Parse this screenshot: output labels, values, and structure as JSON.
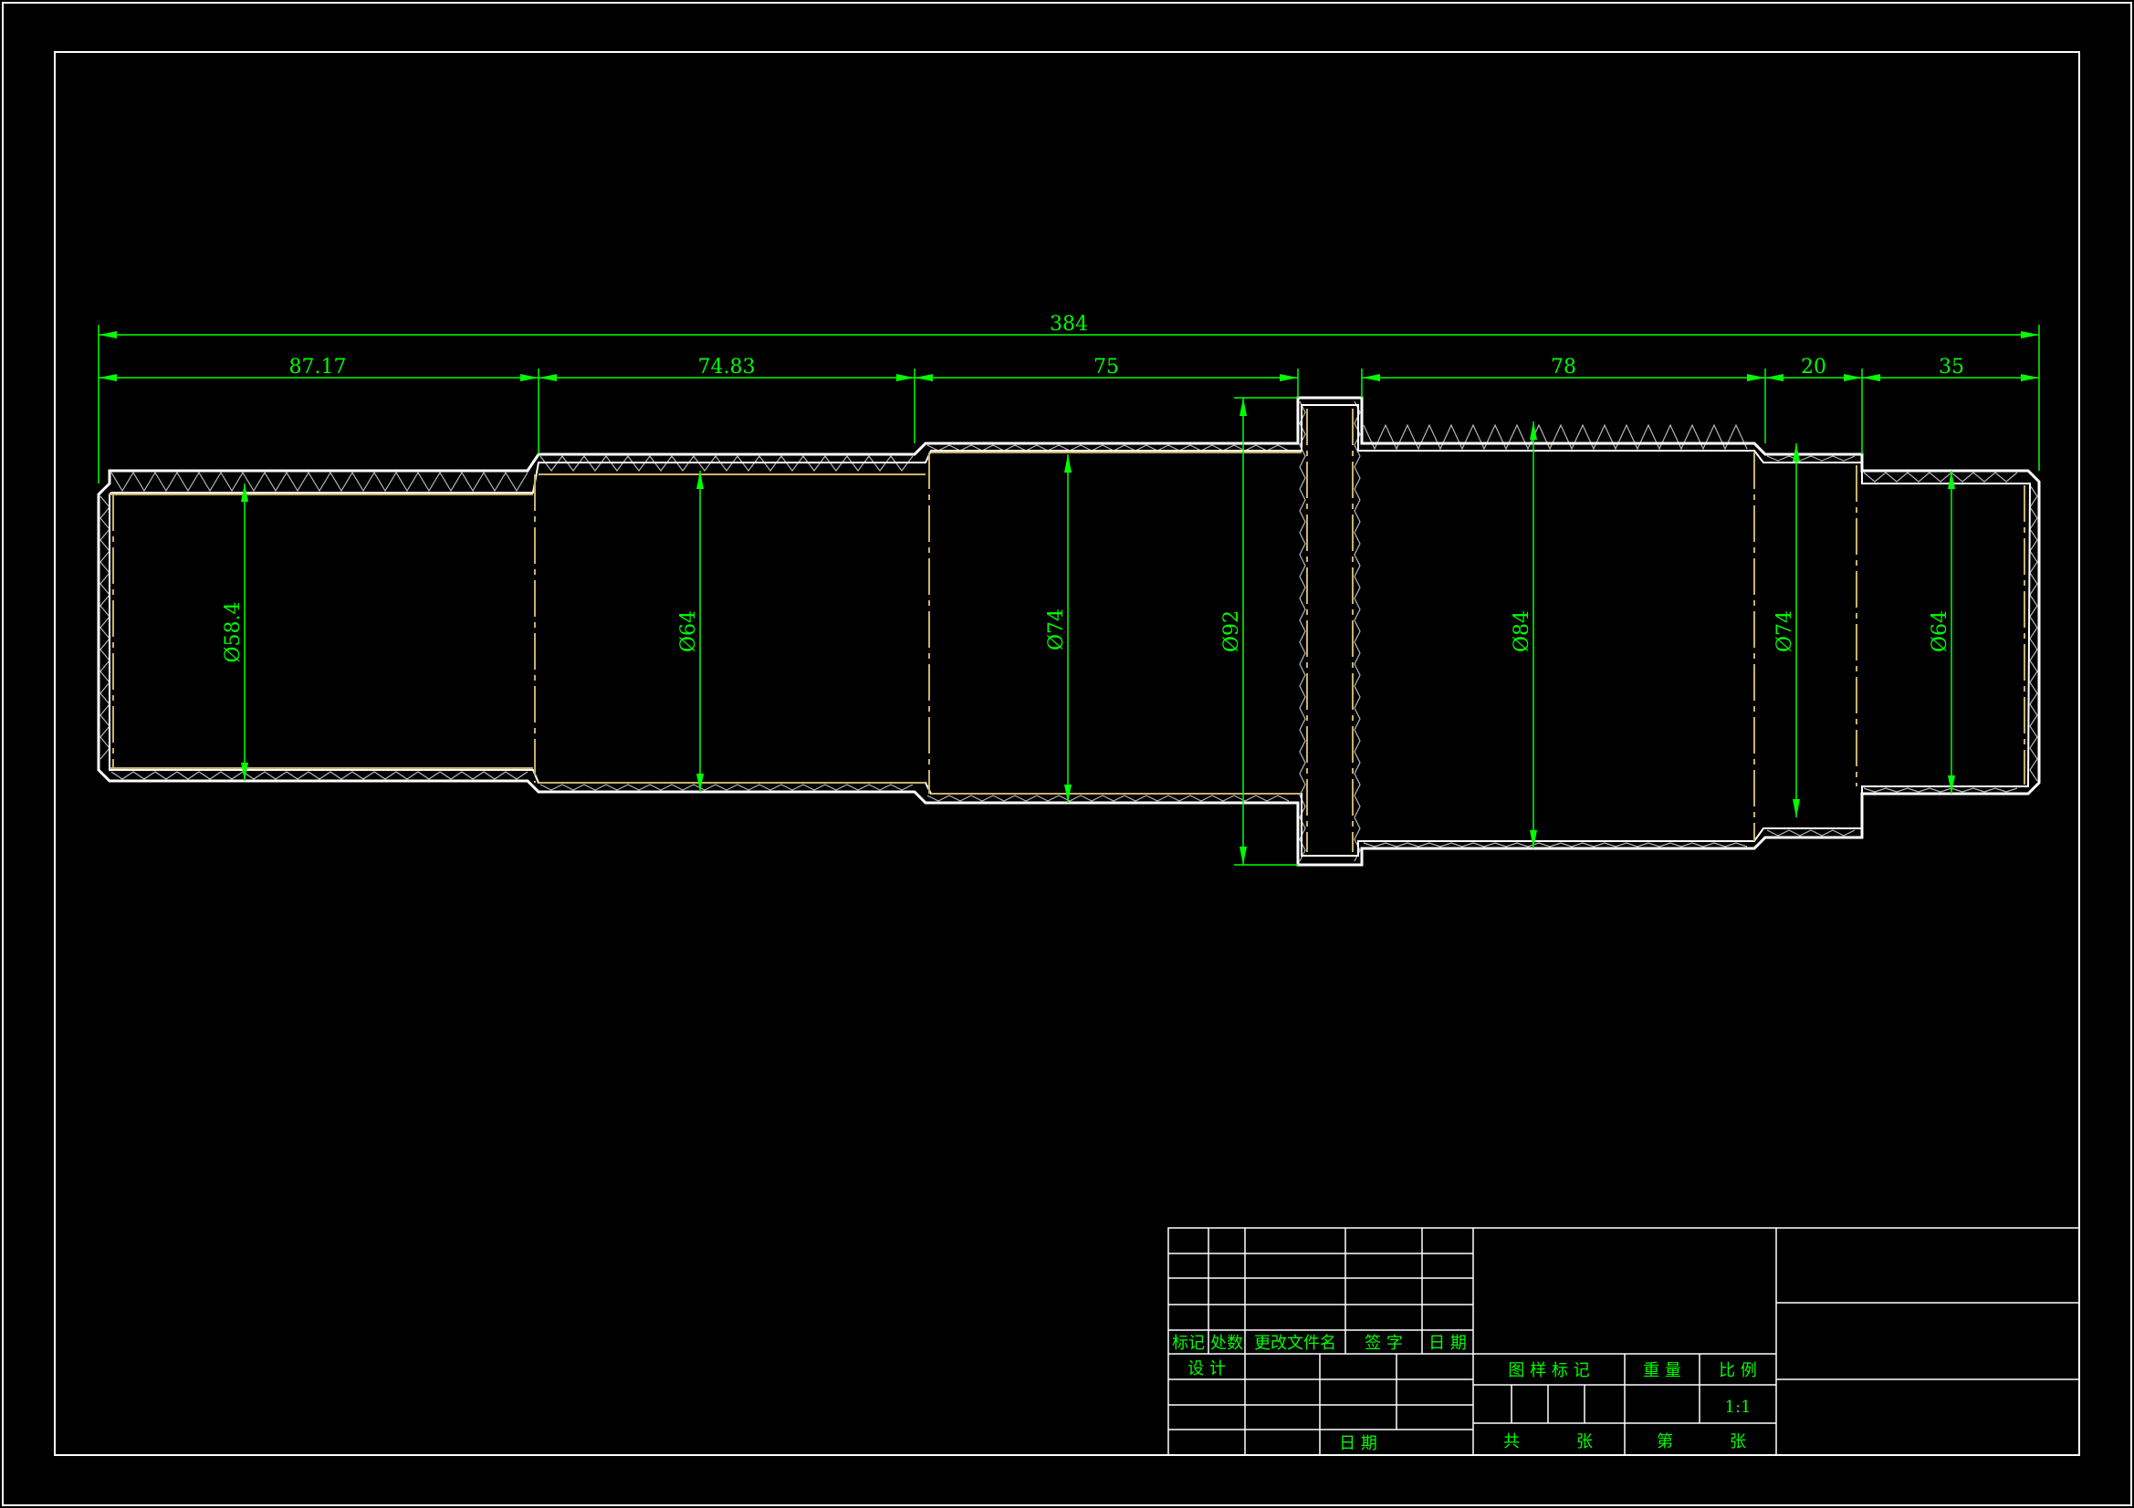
{
  "colors": {
    "background": "#000000",
    "outline": "#ffffff",
    "dimension": "#00ff00",
    "hidden_line": "#c9b26a",
    "hatch": "#b8b8b8"
  },
  "dimensions": {
    "overall_length": "384",
    "segments": [
      "87.17",
      "74.83",
      "75",
      "78",
      "20",
      "35"
    ],
    "diameters": [
      "Ø58.4",
      "Ø64",
      "Ø74",
      "Ø92",
      "Ø84",
      "Ø74",
      "Ø64"
    ]
  },
  "title_block": {
    "rev_headers": [
      "标记",
      "处数",
      "更改文件名",
      "签 字",
      "日 期"
    ],
    "design": "设 计",
    "date": "日 期",
    "pattern_mark": "图 样 标 记",
    "weight": "重 量",
    "scale_label": "比 例",
    "scale_value": "1:1",
    "total_sheets": "共",
    "sheets_unit": "张",
    "sheet_no": "第",
    "sheet_unit": "张"
  }
}
